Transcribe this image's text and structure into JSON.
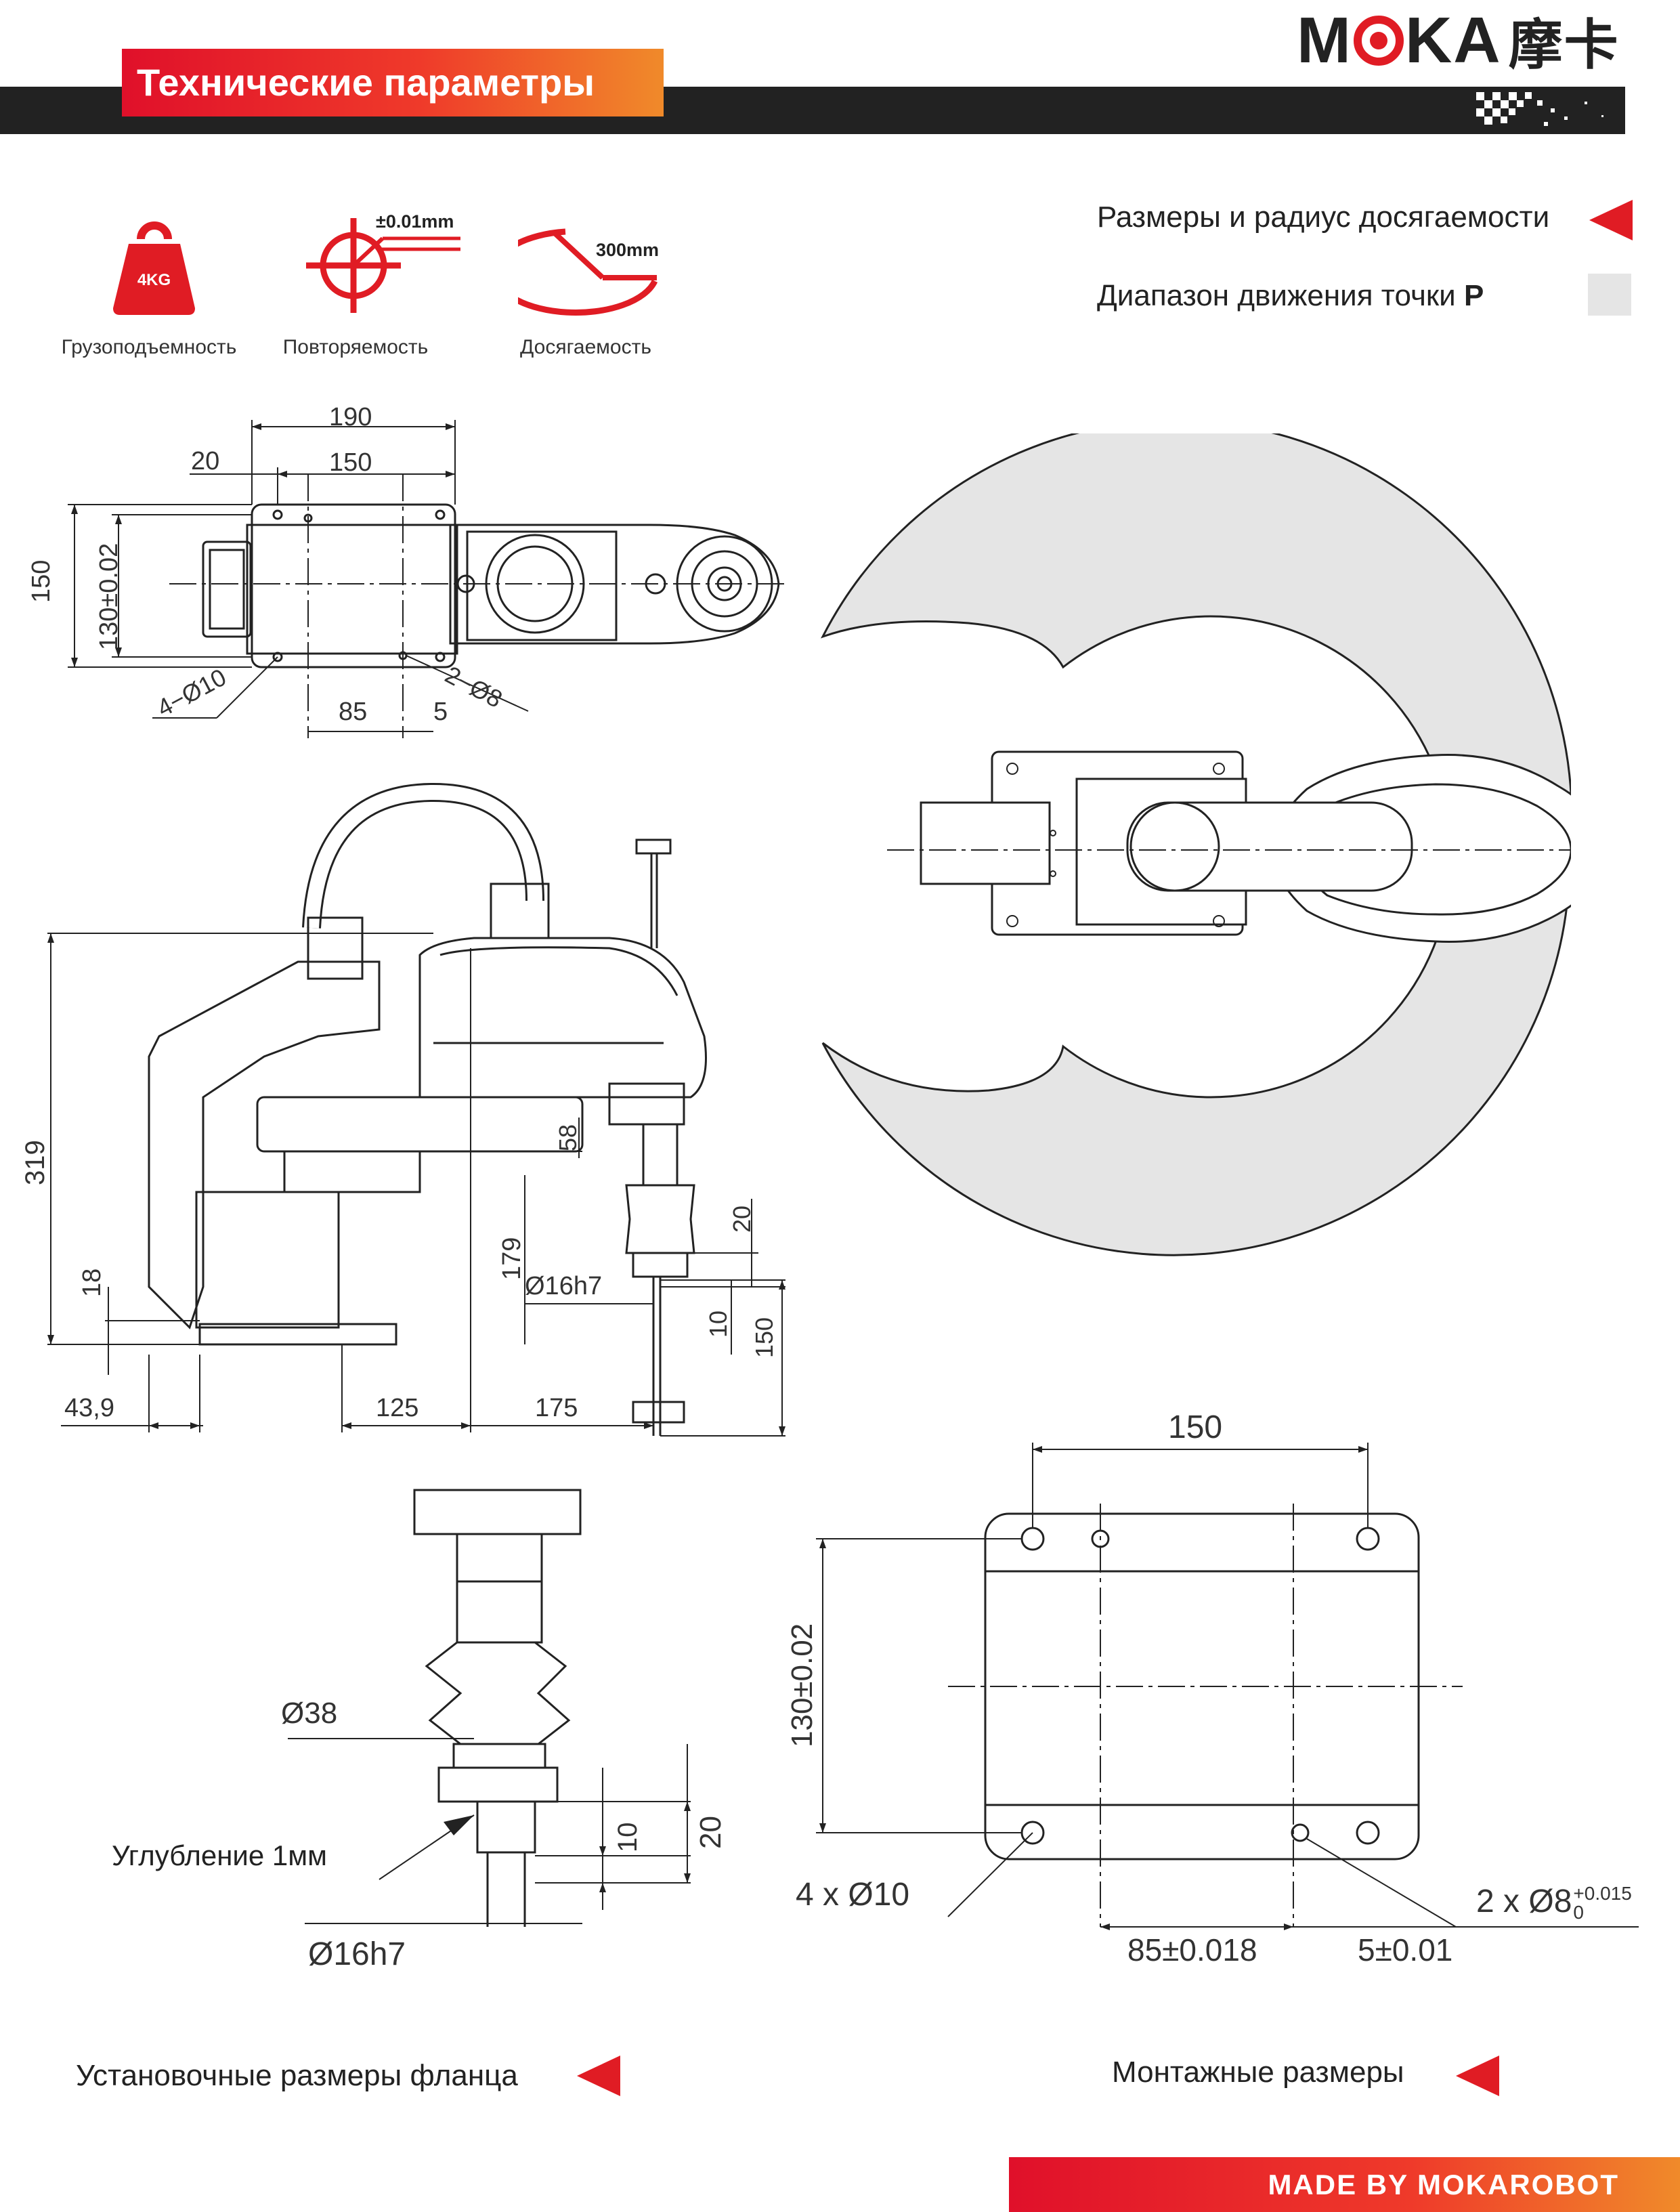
{
  "header": {
    "title": "Технические параметры",
    "logo_text": "MOKA",
    "logo_cn": "摩卡"
  },
  "specs": {
    "payload": {
      "icon": "weight-icon",
      "value": "4KG",
      "label": "Грузоподъемность"
    },
    "repeatability": {
      "icon": "crosshair-icon",
      "value": "±0.01mm",
      "label": "Повторяемость"
    },
    "reach": {
      "icon": "reach-arc-icon",
      "value": "300mm",
      "label": "Досягаемость"
    }
  },
  "legend": {
    "dimensions": "Размеры и радиус досягаемости",
    "motion_range": "Диапазон движения точки",
    "motion_point": "P"
  },
  "top_view": {
    "dims": {
      "d190": "190",
      "d20": "20",
      "d150": "150",
      "d150v": "150",
      "d130": "130±0.02",
      "holes4": "4−Ø10",
      "holes2": "2−Ø8",
      "d85": "85",
      "d5": "5"
    }
  },
  "side_view": {
    "dims": {
      "d319": "319",
      "d18": "18",
      "d43": "43,9",
      "d125": "125",
      "d175": "175",
      "d58": "58",
      "d179": "179",
      "d16": "Ø16h7",
      "d20": "20",
      "d10": "10",
      "d150": "150"
    }
  },
  "flange": {
    "dims": {
      "d38": "Ø38",
      "d10": "10",
      "d20": "20",
      "d16": "Ø16h7"
    },
    "recess_label": "Углубление 1мм",
    "section_label": "Установочные размеры фланца"
  },
  "mounting": {
    "dims": {
      "d150": "150",
      "d130": "130±0.02",
      "holes4": "4 x Ø10",
      "holes2": "2 x Ø8",
      "tol_up": "+0.015",
      "tol_low": "0",
      "d85": "85±0.018",
      "d5": "5±0.01"
    },
    "section_label": "Монтажные размеры"
  },
  "footer": {
    "text": "MADE BY MOKAROBOT"
  },
  "colors": {
    "accent": "#e01c24",
    "bar": "#222222",
    "range_fill": "#e5e5e5"
  }
}
